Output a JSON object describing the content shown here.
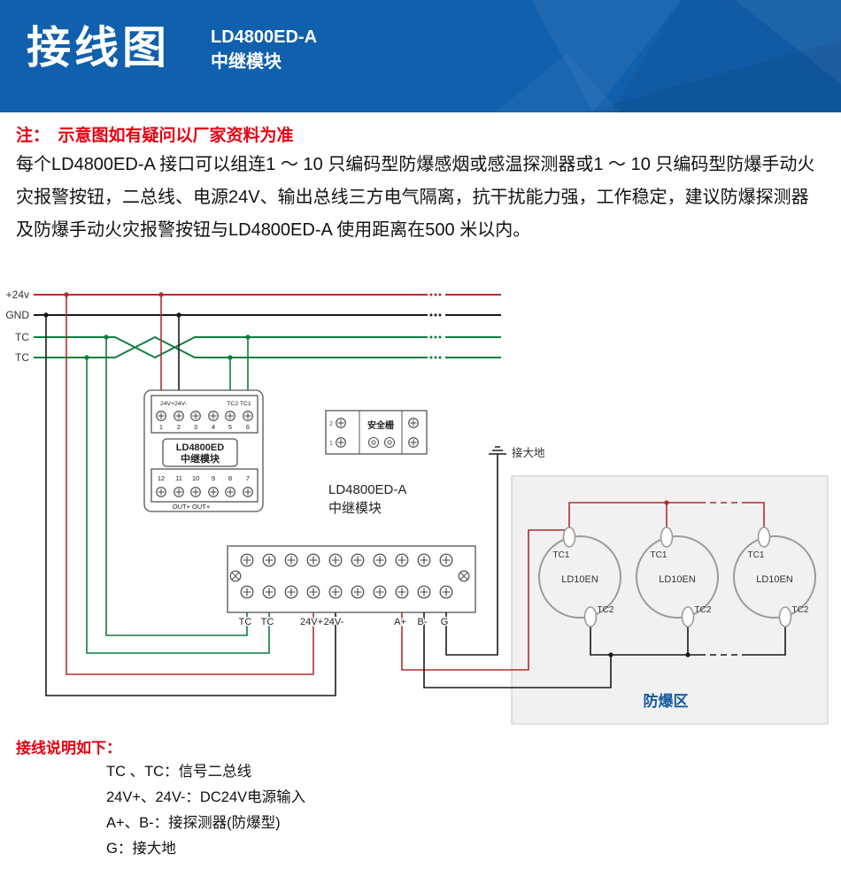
{
  "header": {
    "title": "接线图",
    "model": "LD4800ED-A",
    "module_type": "中继模块"
  },
  "note": "注：　示意图如有疑问以厂家资料为准",
  "description": "每个LD4800ED-A 接口可以组连1 ～ 10 只编码型防爆感烟或感温探测器或1 ～ 10 只编码型防爆手动火灾报警按钮，二总线、电源24V、输出总线三方电气隔离，抗干扰能力强，工作稳定，建议防爆探测器及防爆手动火灾报警按钮与LD4800ED-A 使用距离在500 米以内。",
  "diagram": {
    "bus": {
      "plus24v": "+24v",
      "gnd": "GND",
      "tc1": "TC",
      "tc2": "TC"
    },
    "relay_module": {
      "top_left_label": "24V+24V-",
      "top_right_label": "TC2 TC1",
      "top_numbers": [
        "1",
        "2",
        "3",
        "4",
        "5",
        "6"
      ],
      "name_line1": "LD4800ED",
      "name_line2": "中继模块",
      "bottom_numbers": [
        "12",
        "11",
        "10",
        "9",
        "8",
        "7"
      ],
      "bottom_label": "OUT+ OUT+"
    },
    "barrier": {
      "label": "安全栅",
      "terminal_top": "2",
      "terminal_bottom": "1"
    },
    "ground_label": "接大地",
    "module_caption_line1": "LD4800ED-A",
    "module_caption_line2": "中继模块",
    "terminal_labels": [
      "TC",
      "TC",
      "24V+",
      "24V-",
      "A+",
      "B-",
      "G"
    ],
    "detector": {
      "name": "LD10EN",
      "tc1": "TC1",
      "tc2": "TC2"
    },
    "zone_label": "防爆区"
  },
  "legend": {
    "title": "接线说明如下：",
    "items": [
      "TC 、TC：信号二总线",
      "24V+、24V-：DC24V电源输入",
      "A+、B-：接探测器(防爆型)",
      "G：接大地"
    ]
  },
  "colors": {
    "header_blue": "#1160ad",
    "note_red": "#e60012",
    "wire_red": "#b22e2e",
    "wire_green": "#0e7d3f",
    "wire_black": "#1a1a1a",
    "zone_label_blue": "#15599f",
    "zone_fill": "#f1f1f1"
  }
}
